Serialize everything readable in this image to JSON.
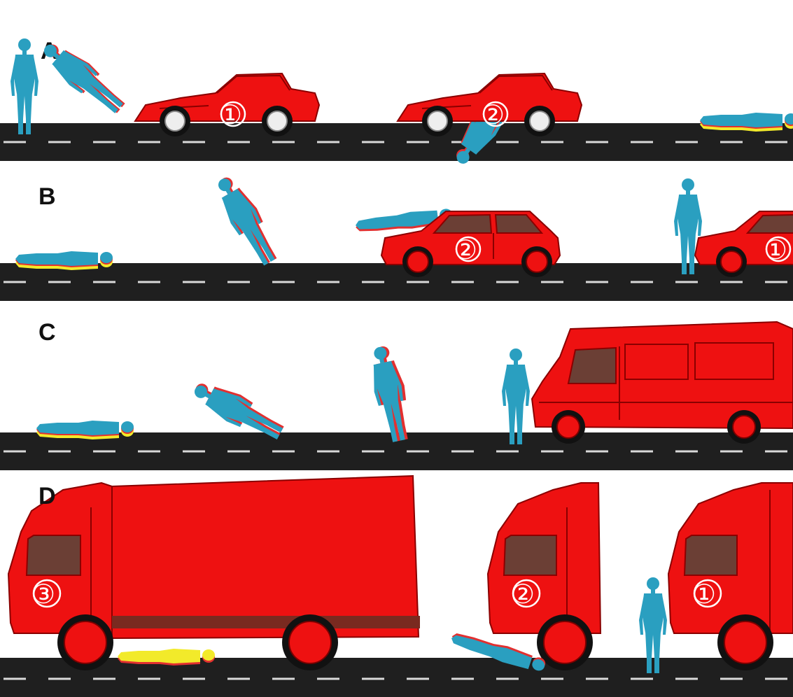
{
  "panels": [
    {
      "id": "A",
      "label": "A",
      "vehicle": "sports-car",
      "numbers": [
        "①",
        "②"
      ]
    },
    {
      "id": "B",
      "label": "B",
      "vehicle": "hatchback",
      "numbers": [
        "②",
        "①"
      ]
    },
    {
      "id": "C",
      "label": "C",
      "vehicle": "van",
      "numbers": []
    },
    {
      "id": "D",
      "label": "D",
      "vehicle": "truck",
      "numbers": [
        "③",
        "②",
        "①"
      ]
    }
  ],
  "colors": {
    "vehicle": "#ee1111",
    "vehicle_outline": "#8a0000",
    "pedestrian": "#2a9fc0",
    "pedestrian_shadow_red": "#e23030",
    "pedestrian_shadow_yellow": "#f2ea2a",
    "road": "#1f1f1f",
    "lane_mark": "#d9d9d9",
    "window": "#6b3f35"
  },
  "icons": [
    "pedestrian-icon",
    "car-icon",
    "van-icon",
    "truck-icon",
    "wheel-icon"
  ]
}
